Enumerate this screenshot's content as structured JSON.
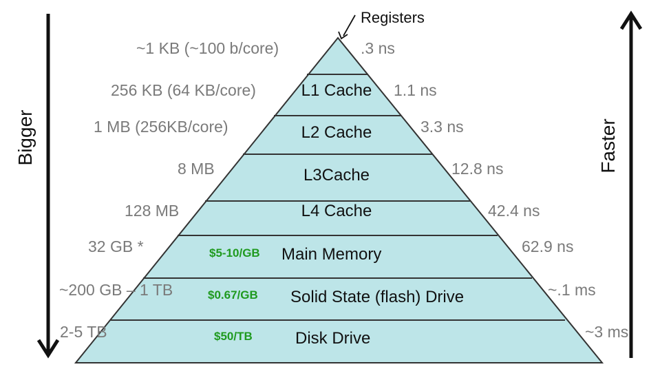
{
  "colors": {
    "pyramid_fill": "#bde5e8",
    "pyramid_stroke": "#333333",
    "cost_green": "#1f9a1f",
    "annotation_gray": "#7a7a7a",
    "arrow": "#111111"
  },
  "axes": {
    "left_label": "Bigger",
    "right_label": "Faster"
  },
  "registers_callout": "Registers",
  "levels": [
    {
      "name": "",
      "size": "~1 KB (~100 b/core)",
      "latency": ".3 ns",
      "cost_prefix": "",
      "cost_unit": ""
    },
    {
      "name": "L1 Cache",
      "size": "256 KB (64 KB/core)",
      "latency": "1.1 ns",
      "cost_prefix": "",
      "cost_unit": ""
    },
    {
      "name": "L2 Cache",
      "size": "1 MB (256KB/core)",
      "latency": "3.3 ns",
      "cost_prefix": "",
      "cost_unit": ""
    },
    {
      "name": "L3Cache",
      "size": "8 MB",
      "latency": "12.8 ns",
      "cost_prefix": "",
      "cost_unit": ""
    },
    {
      "name": "L4 Cache",
      "size": "128 MB",
      "latency": "42.4 ns",
      "cost_prefix": "",
      "cost_unit": ""
    },
    {
      "name": "Main Memory",
      "size": "32 GB *",
      "latency": "62.9 ns",
      "cost_prefix": "$5-10/",
      "cost_unit": "GB"
    },
    {
      "name": "Solid State (flash) Drive",
      "size": "~200 GB – 1 TB",
      "latency": "~.1 ms",
      "cost_prefix": "$0.67/",
      "cost_unit": "GB"
    },
    {
      "name": "Disk Drive",
      "size": "2-5 TB",
      "latency": "~3 ms",
      "cost_prefix": "$50/",
      "cost_unit": "TB"
    }
  ]
}
